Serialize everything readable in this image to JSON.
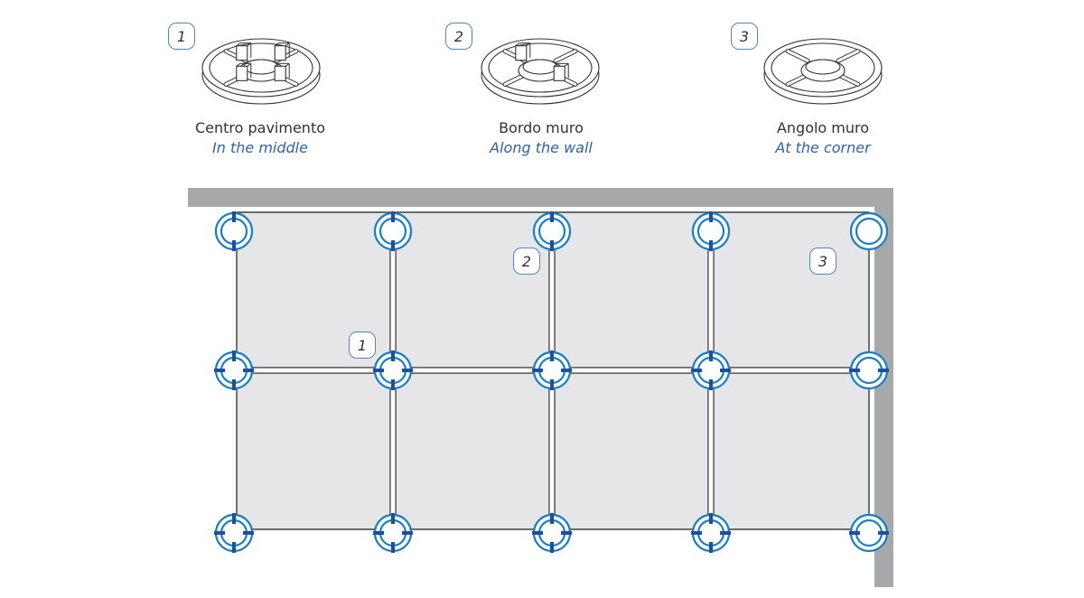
{
  "types": [
    {
      "number": "1",
      "label_it": "Centro pavimento",
      "label_en": "In the middle"
    },
    {
      "number": "2",
      "label_it": "Bordo muro",
      "label_en": "Along the wall"
    },
    {
      "number": "3",
      "label_it": "Angolo muro",
      "label_en": "At the corner"
    }
  ],
  "plan_callouts": [
    "1",
    "2",
    "3"
  ],
  "colors": {
    "accent_blue": "#1a7fc4",
    "dark_blue": "#1f4f9c",
    "label_blue": "#2e63a8",
    "wall_gray": "#a7a8aa",
    "tile_fill": "#e6e6e8",
    "outline": "#333333"
  },
  "grid": {
    "columns": 4,
    "rows": 2
  }
}
